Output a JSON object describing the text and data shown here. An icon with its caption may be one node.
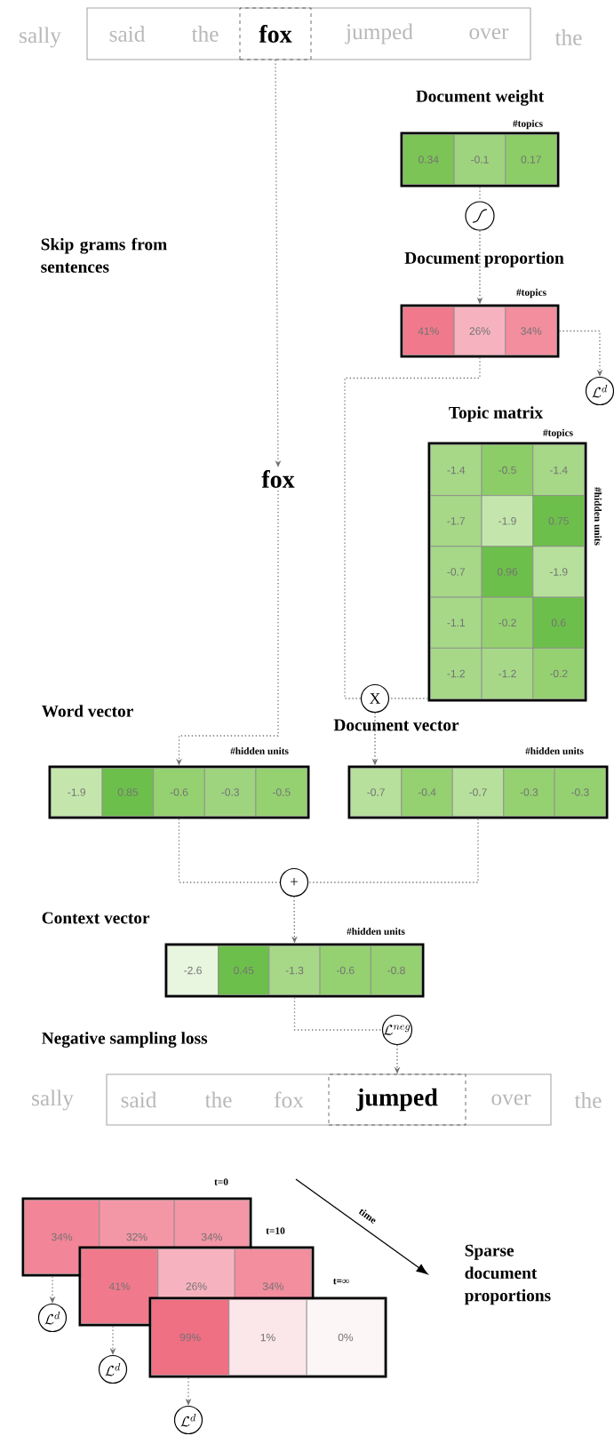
{
  "diagram": {
    "nodes": [
      {
        "text": [
          "said",
          "the",
          "jumped",
          "over"
        ]
      },
      {
        "text": [
          "fox"
        ],
        "in": 0
      },
      {
        "text": [
          "Document weight"
        ],
        "beside": [
          "#topics"
        ]
      },
      {
        "text": [
          "0.34"
        ],
        "in": 2
      },
      {
        "text": [
          "-0.1"
        ],
        "in": 2
      },
      {
        "text": [
          "0.17"
        ],
        "in": 2
      },
      {
        "text": [],
        "shape": "circle"
      },
      {
        "text": [
          "Document proportion"
        ],
        "beside": [
          "#topics"
        ]
      },
      {
        "text": [
          "41%"
        ],
        "in": 7
      },
      {
        "text": [
          "26%"
        ],
        "in": 7
      },
      {
        "text": [
          "34%"
        ],
        "in": 7
      },
      {
        "text": [
          "\\mathcal{L}^d"
        ]
      },
      {
        "text": [
          "fox"
        ]
      },
      {
        "text": [
          "Topic matrix"
        ],
        "beside": [
          "#topics",
          "#hidden units"
        ]
      },
      {
        "text": [
          "-1.4"
        ],
        "in": 13
      },
      {
        "text": [
          "-0.5"
        ],
        "in": 13
      },
      {
        "text": [
          "-1.4"
        ],
        "in": 13
      },
      {
        "text": [
          "-1.7"
        ],
        "in": 13
      },
      {
        "text": [
          "-1.9"
        ],
        "in": 13
      },
      {
        "text": [
          "0.75"
        ],
        "in": 13
      },
      {
        "text": [
          "-0.7"
        ],
        "in": 13
      },
      {
        "text": [
          "0.96"
        ],
        "in": 13
      },
      {
        "text": [
          "-1.9"
        ],
        "in": 13
      },
      {
        "text": [
          "-1.1"
        ],
        "in": 13
      },
      {
        "text": [
          "-0.2"
        ],
        "in": 13
      },
      {
        "text": [
          "0.6"
        ],
        "in": 13
      },
      {
        "text": [
          "-1.2"
        ],
        "in": 13
      },
      {
        "text": [
          "-1.2"
        ],
        "in": 13
      },
      {
        "text": [
          "-0.2"
        ],
        "in": 13
      },
      {
        "text": [
          "X"
        ]
      },
      {
        "text": [
          "Word vector"
        ],
        "beside": [
          "#hidden units"
        ]
      },
      {
        "text": [
          "-1.9"
        ],
        "in": 30
      },
      {
        "text": [
          "0.85"
        ],
        "in": 30
      },
      {
        "text": [
          "-0.6"
        ],
        "in": 30
      },
      {
        "text": [
          "-0.3"
        ],
        "in": 30
      },
      {
        "text": [
          "-0.5"
        ],
        "in": 30
      },
      {
        "text": [
          "Document vector"
        ],
        "beside": [
          "#hidden units"
        ]
      },
      {
        "text": [
          "-0.7"
        ],
        "in": 36
      },
      {
        "text": [
          "-0.4"
        ],
        "in": 36
      },
      {
        "text": [
          "-0.7"
        ],
        "in": 36
      },
      {
        "text": [
          "-0.3"
        ],
        "in": 36
      },
      {
        "text": [
          "-0.3"
        ],
        "in": 36
      },
      {
        "text": [
          "+"
        ]
      },
      {
        "text": [
          "Context vector"
        ],
        "beside": [
          "#hidden units"
        ]
      },
      {
        "text": [
          "-2.6"
        ],
        "in": 43
      },
      {
        "text": [
          "0.45"
        ],
        "in": 43
      },
      {
        "text": [
          "-1.3"
        ],
        "in": 43
      },
      {
        "text": [
          "-0.6"
        ],
        "in": 43
      },
      {
        "text": [
          "-0.8"
        ],
        "in": 43
      },
      {
        "text": [
          "\\mathcal{L}^{neg}"
        ]
      },
      {
        "text": [
          "said",
          "the",
          "fox",
          "over"
        ]
      },
      {
        "text": [
          "jumped"
        ],
        "in": 50
      },
      {
        "text": [],
        "shape": "box",
        "beside": [
          "t=0"
        ]
      },
      {
        "text": [
          "34%"
        ],
        "in": 52
      },
      {
        "text": [
          "32%"
        ],
        "in": 52
      },
      {
        "text": [
          "34%"
        ],
        "in": 52
      },
      {
        "text": [
          "\\mathcal{L}^d"
        ]
      },
      {
        "text": [],
        "shape": "box",
        "beside": [
          "t=10"
        ]
      },
      {
        "text": [
          "41%"
        ],
        "in": 57
      },
      {
        "text": [
          "26%"
        ],
        "in": 57
      },
      {
        "text": [
          "34%"
        ],
        "in": 57
      },
      {
        "text": [
          "\\mathcal{L}^d"
        ]
      },
      {
        "text": [],
        "shape": "box",
        "beside": [
          "t=∞"
        ]
      },
      {
        "text": [
          "99%"
        ],
        "in": 62
      },
      {
        "text": [
          "1%"
        ],
        "in": 62
      },
      {
        "text": [
          "0%"
        ],
        "in": 62
      },
      {
        "text": [
          "\\mathcal{L}^d"
        ]
      }
    ],
    "edges": [
      {
        "from": 1,
        "to": 12,
        "arrow": "to"
      },
      {
        "from": 2,
        "to": 6,
        "arrow": "none"
      },
      {
        "from": 6,
        "to": 7,
        "arrow": "to"
      },
      {
        "from": 7,
        "to": 11,
        "arrow": "to"
      },
      {
        "from": 7,
        "to": 29,
        "arrow": "none"
      },
      {
        "from": 13,
        "to": 29,
        "arrow": "none"
      },
      {
        "from": 12,
        "to": 30,
        "arrow": "to"
      },
      {
        "from": 29,
        "to": 36,
        "arrow": "to"
      },
      {
        "from": 30,
        "to": 42,
        "arrow": "none"
      },
      {
        "from": 36,
        "to": 42,
        "arrow": "none"
      },
      {
        "from": 42,
        "to": 43,
        "arrow": "to"
      },
      {
        "from": 43,
        "to": 49,
        "arrow": "none"
      },
      {
        "from": 49,
        "to": 51,
        "arrow": "to"
      },
      {
        "from": 52,
        "to": 56,
        "arrow": "to"
      },
      {
        "from": 57,
        "to": 61,
        "arrow": "to"
      },
      {
        "from": 62,
        "to": 66,
        "arrow": "to"
      }
    ],
    "labels": [
      "sally",
      "the",
      "Skip grams from sentences",
      "Negative sampling loss",
      "sally",
      "the",
      "time",
      "Sparse document proportions"
    ]
  }
}
